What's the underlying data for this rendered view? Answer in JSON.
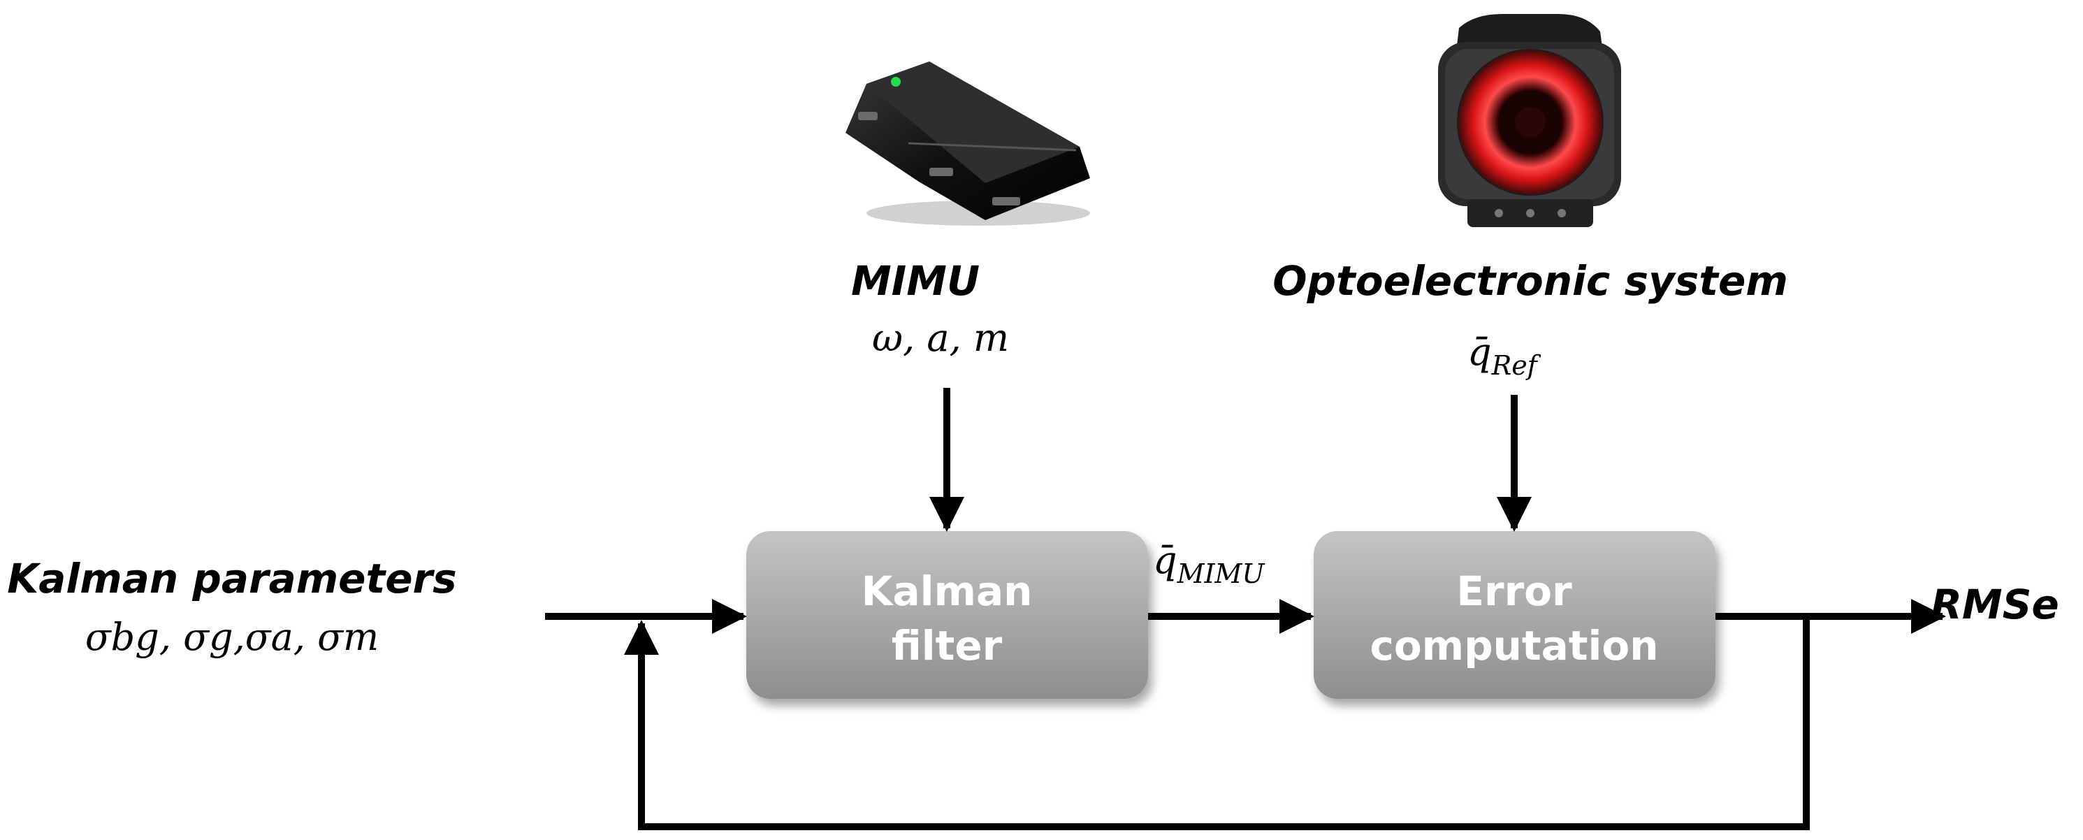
{
  "inputs": {
    "kalman_parameters": {
      "title": "Kalman parameters",
      "symbols": "σbg, σg,σa, σm"
    },
    "mimu": {
      "title": "MIMU",
      "signals": "ω, a, m"
    },
    "optoelectronic": {
      "title": "Optoelectronic system",
      "signal_base": "q̄",
      "signal_sub": "Ref"
    }
  },
  "blocks": {
    "kalman_filter": {
      "line1": "Kalman",
      "line2": "filter"
    },
    "error_computation": {
      "line1": "Error",
      "line2": "computation"
    }
  },
  "edges": {
    "kalman_to_error_base": "q̄",
    "kalman_to_error_sub": "MIMU"
  },
  "outputs": {
    "rmse": "RMSe"
  },
  "colors": {
    "box_top": "#bcbcbc",
    "box_bottom": "#8f8f8f",
    "line": "#000000",
    "text": "#000000",
    "box_text": "#ffffff"
  },
  "icons": {
    "mimu": "imu-sensor-icon",
    "optoelectronic": "motion-capture-camera-icon"
  }
}
